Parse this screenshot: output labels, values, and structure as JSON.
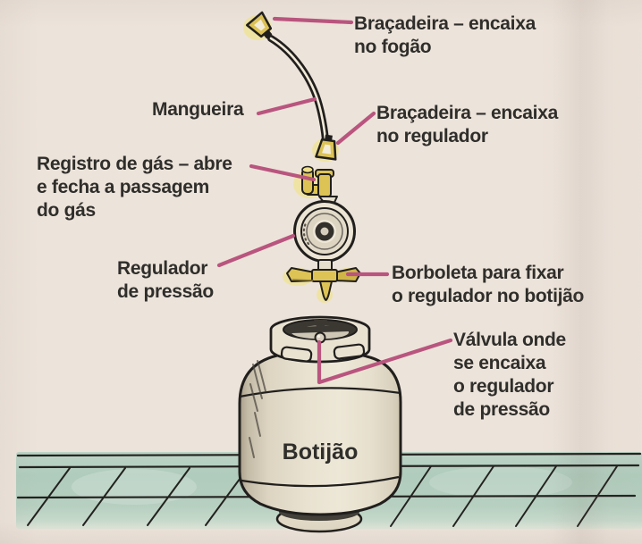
{
  "figure": {
    "description_labels": {
      "bracadeira_fogao": "Braçadeira – encaixa\nno fogão",
      "mangueira": "Mangueira",
      "bracadeira_regulador": "Braçadeira – encaixa\nno regulador",
      "registro": "Registro de gás – abre\ne fecha a passagem\ndo gás",
      "regulador": "Regulador\nde pressão",
      "borboleta": "Borboleta para fixar\no regulador no botijão",
      "valvula": "Válvula onde\nse encaixa\no regulador\nde pressão",
      "botijao": "Botijão"
    },
    "parts": [
      "hose",
      "hose-clamp-top",
      "hose-clamp-bottom",
      "gas-valve",
      "pressure-regulator",
      "wing-nut",
      "gas-cylinder",
      "cylinder-valve",
      "cylinder-collar",
      "cylinder-foot",
      "tiled-floor"
    ],
    "colors": {
      "background": "#ece3da",
      "leader_line": "#b9557e",
      "label_text": "#2f2e2b",
      "ink_outline": "#211f1d",
      "brass_yellow": "#ddc355",
      "brass_glow": "#f2e478",
      "cylinder_body": "#e6dfcd",
      "floor_teal": "#abc9ba"
    }
  }
}
